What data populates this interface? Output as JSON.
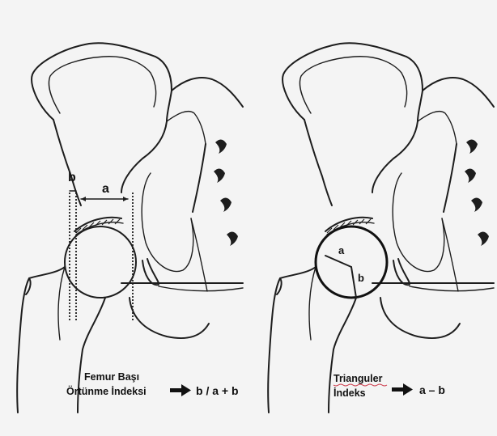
{
  "left_panel": {
    "measure_a": "a",
    "measure_b": "b",
    "caption_line1": "Femur Başı",
    "caption_line2": "Örtünme İndeksi",
    "formula": "b / a + b"
  },
  "right_panel": {
    "radius_a": "a",
    "radius_b": "b",
    "caption_line1": "Trianguler",
    "caption_line2": "İndeks",
    "formula": "a – b"
  },
  "colors": {
    "background": "#f4f4f4",
    "ink": "#1d1d1d",
    "spellcheck_underline": "#cc3344"
  },
  "icons": [
    "arrow-right-icon"
  ]
}
